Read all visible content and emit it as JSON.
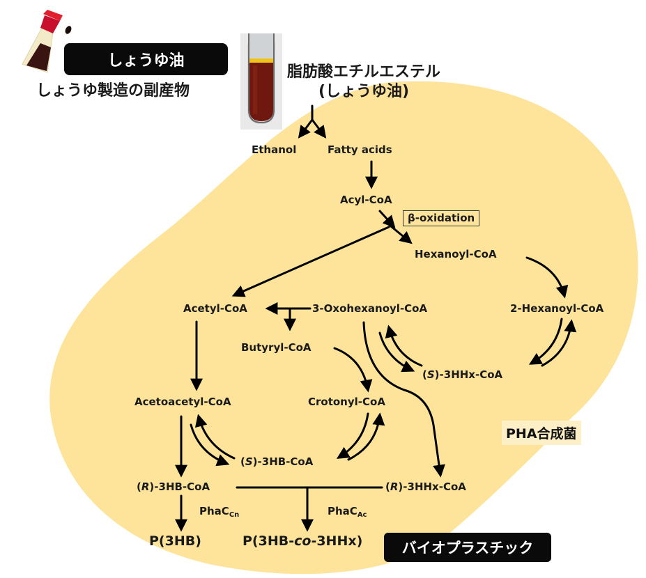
{
  "header": {
    "source_badge": "しょうゆ油",
    "source_caption": "しょうゆ製造の副産物",
    "feedstock_title_line1": "脂肪酸エチルエステル",
    "feedstock_title_line2": "(しょうゆ油)"
  },
  "icons": {
    "soy_bottle": "soy-sauce-bottle-icon",
    "test_tube": "test-tube-photo"
  },
  "colors": {
    "cell_fill": "#fde49a",
    "text": "#1a1a1a",
    "badge_bg": "#0a0a0a",
    "badge_text": "#ffffff",
    "bottle_cap": "#c8102e",
    "soy_liquid": "#3a1410"
  },
  "nodes": {
    "ethanol": "Ethanol",
    "fatty_acids": "Fatty acids",
    "acyl_coa": "Acyl-CoA",
    "beta_oxidation": "β-oxidation",
    "hexanoyl_coa": "Hexanoyl-CoA",
    "acetyl_coa": "Acetyl-CoA",
    "oxohexanoyl_coa": "3-Oxohexanoyl-CoA",
    "hexenoyl_coa": "2-Hexanoyl-CoA",
    "butyryl_coa": "Butyryl-CoA",
    "s_3hhx_prefix": "(",
    "s_3hhx_stereo": "S",
    "s_3hhx_rest": ")-3HHx-CoA",
    "acetoacetyl_coa": "Acetoacetyl-CoA",
    "crotonyl_coa": "Crotonyl-CoA",
    "s_3hb_prefix": "(",
    "s_3hb_stereo": "S",
    "s_3hb_rest": ")-3HB-CoA",
    "r_3hb_prefix": "(",
    "r_3hb_stereo": "R",
    "r_3hb_rest": ")-3HB-CoA",
    "r_3hhx_prefix": "(",
    "r_3hhx_stereo": "R",
    "r_3hhx_rest": ")-3HHx-CoA",
    "phac_cn_main": "PhaC",
    "phac_cn_sub": "Cn",
    "phac_ac_main": "PhaC",
    "phac_ac_sub": "Ac",
    "p3hb": "P(3HB)",
    "copolymer_prefix": "P(3HB-",
    "copolymer_co": "co",
    "copolymer_suffix": "-3HHx)"
  },
  "labels": {
    "organism": "PHA合成菌",
    "product_badge": "バイオプラスチック"
  }
}
